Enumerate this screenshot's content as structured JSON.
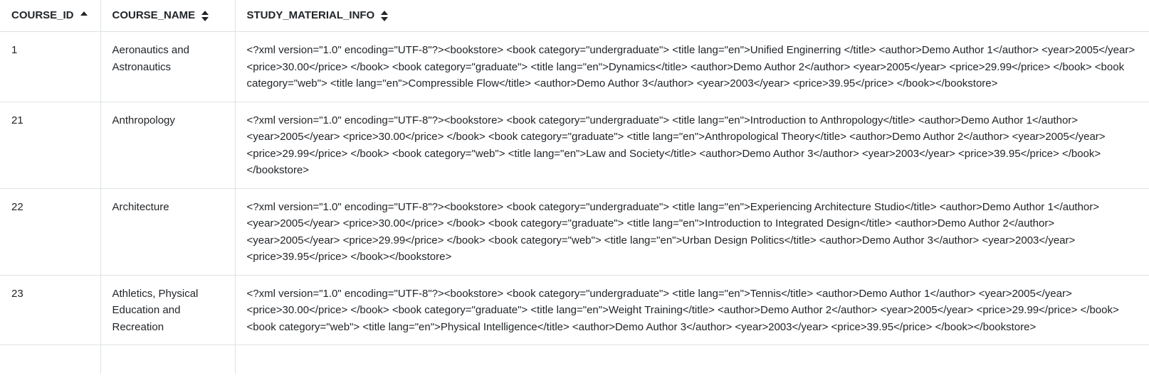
{
  "colors": {
    "text": "#212529",
    "border": "#dee2e6",
    "background": "#ffffff"
  },
  "table": {
    "columns": [
      {
        "label": "COURSE_ID",
        "sort_state": "ascending",
        "sort_icon": "caret-up"
      },
      {
        "label": "COURSE_NAME",
        "sort_state": "unsorted",
        "sort_icon": "caret-up-down"
      },
      {
        "label": "STUDY_MATERIAL_INFO",
        "sort_state": "unsorted",
        "sort_icon": "caret-up-down"
      }
    ],
    "rows": [
      {
        "course_id": "1",
        "course_name": "Aeronautics and Astronautics",
        "study_material_info": "<?xml version=\"1.0\" encoding=\"UTF-8\"?><bookstore> <book category=\"undergraduate\"> <title lang=\"en\">Unified Enginerring </title> <author>Demo Author 1</author> <year>2005</year> <price>30.00</price> </book> <book category=\"graduate\"> <title lang=\"en\">Dynamics</title> <author>Demo Author 2</author> <year>2005</year> <price>29.99</price> </book> <book category=\"web\"> <title lang=\"en\">Compressible Flow</title> <author>Demo Author 3</author> <year>2003</year> <price>39.95</price> </book></bookstore>"
      },
      {
        "course_id": "21",
        "course_name": "Anthropology",
        "study_material_info": "<?xml version=\"1.0\" encoding=\"UTF-8\"?><bookstore> <book category=\"undergraduate\"> <title lang=\"en\">Introduction to Anthropology</title> <author>Demo Author 1</author> <year>2005</year> <price>30.00</price> </book> <book category=\"graduate\"> <title lang=\"en\">Anthropological Theory</title> <author>Demo Author 2</author> <year>2005</year> <price>29.99</price> </book> <book category=\"web\"> <title lang=\"en\">Law and Society</title> <author>Demo Author 3</author> <year>2003</year> <price>39.95</price> </book></bookstore>"
      },
      {
        "course_id": "22",
        "course_name": "Architecture",
        "study_material_info": "<?xml version=\"1.0\" encoding=\"UTF-8\"?><bookstore> <book category=\"undergraduate\"> <title lang=\"en\">Experiencing Architecture Studio</title> <author>Demo Author 1</author> <year>2005</year> <price>30.00</price> </book> <book category=\"graduate\"> <title lang=\"en\">Introduction to Integrated Design</title> <author>Demo Author 2</author> <year>2005</year> <price>29.99</price> </book> <book category=\"web\"> <title lang=\"en\">Urban Design Politics</title> <author>Demo Author 3</author> <year>2003</year> <price>39.95</price> </book></bookstore>"
      },
      {
        "course_id": "23",
        "course_name": "Athletics, Physical Education and Recreation",
        "study_material_info": "<?xml version=\"1.0\" encoding=\"UTF-8\"?><bookstore> <book category=\"undergraduate\"> <title lang=\"en\">Tennis</title> <author>Demo Author 1</author> <year>2005</year> <price>30.00</price> </book> <book category=\"graduate\"> <title lang=\"en\">Weight Training</title> <author>Demo Author 2</author> <year>2005</year> <price>29.99</price> </book> <book category=\"web\"> <title lang=\"en\">Physical Intelligence</title> <author>Demo Author 3</author> <year>2003</year> <price>39.95</price> </book></bookstore>"
      }
    ]
  }
}
